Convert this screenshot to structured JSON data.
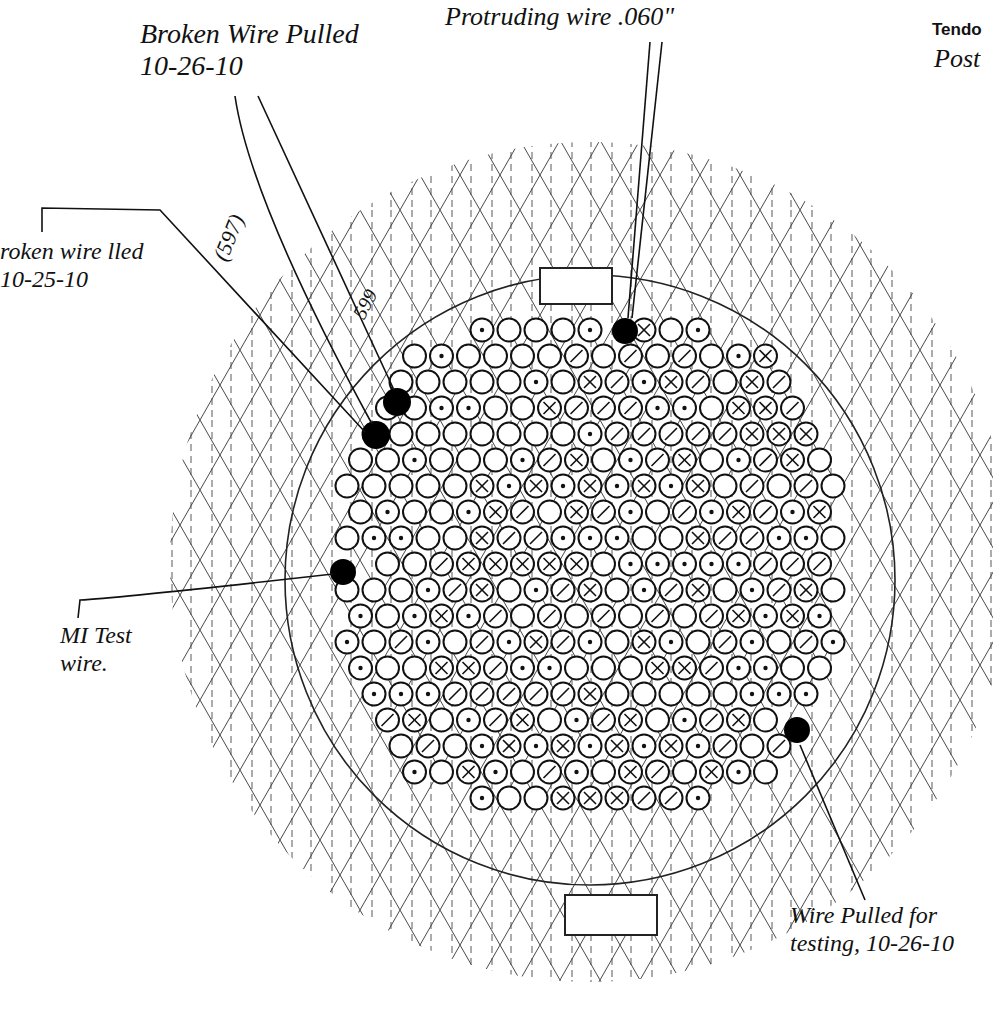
{
  "diagram": {
    "labels": [
      "Broken Wire Pulled 10-26-10",
      "Protruding wire .060\"",
      "Tendo",
      "Post",
      "roken wire lled 10-25-10",
      "(597)",
      "599",
      "MI Test wire.",
      "Wire Pulled for testing, 10-26-10"
    ]
  }
}
